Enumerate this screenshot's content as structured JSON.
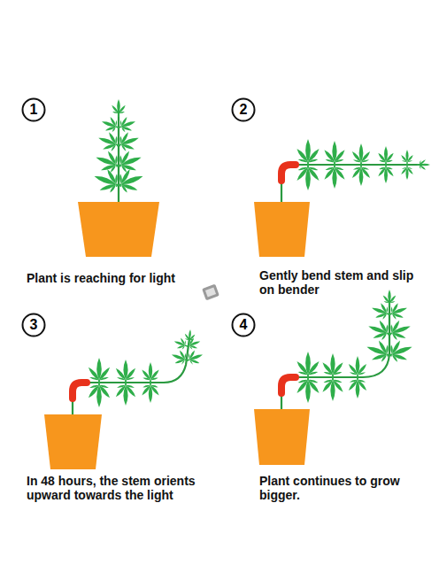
{
  "diagram": {
    "nodes": [
      {
        "text": [
          "1"
        ]
      },
      {
        "text": [
          "2"
        ]
      },
      {
        "text": [
          "3"
        ]
      },
      {
        "text": [
          "4"
        ]
      }
    ],
    "labels": [
      "Plant is reaching for light",
      "Gently bend stem and slip on bender",
      "In 48 hours, the stem orients upward towards the light",
      "Plant continues to grow bigger."
    ]
  }
}
